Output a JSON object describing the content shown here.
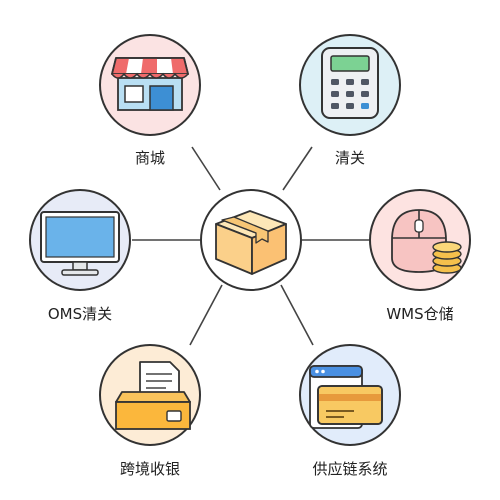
{
  "diagram": {
    "hub": {
      "icon": "package-box-icon"
    },
    "nodes": [
      {
        "id": "mall",
        "label": "商城",
        "icon": "storefront-icon"
      },
      {
        "id": "customs",
        "label": "清关",
        "icon": "calculator-icon"
      },
      {
        "id": "oms",
        "label": "OMS清关",
        "icon": "monitor-icon"
      },
      {
        "id": "wms",
        "label": "WMS仓储",
        "icon": "mouse-coins-icon"
      },
      {
        "id": "pos",
        "label": "跨境收银",
        "icon": "cash-register-icon"
      },
      {
        "id": "scm",
        "label": "供应链系统",
        "icon": "card-browser-icon"
      }
    ]
  },
  "colors": {
    "line": "#444444",
    "circle_stroke": "#333333",
    "hub_fill": "#ffffff",
    "mall_fill": "#fbe3e3",
    "customs_fill": "#ddf0f6",
    "oms_fill": "#e7ebf7",
    "wms_fill": "#fde3e1",
    "pos_fill": "#fdecd6",
    "scm_fill": "#e1ecfb"
  }
}
